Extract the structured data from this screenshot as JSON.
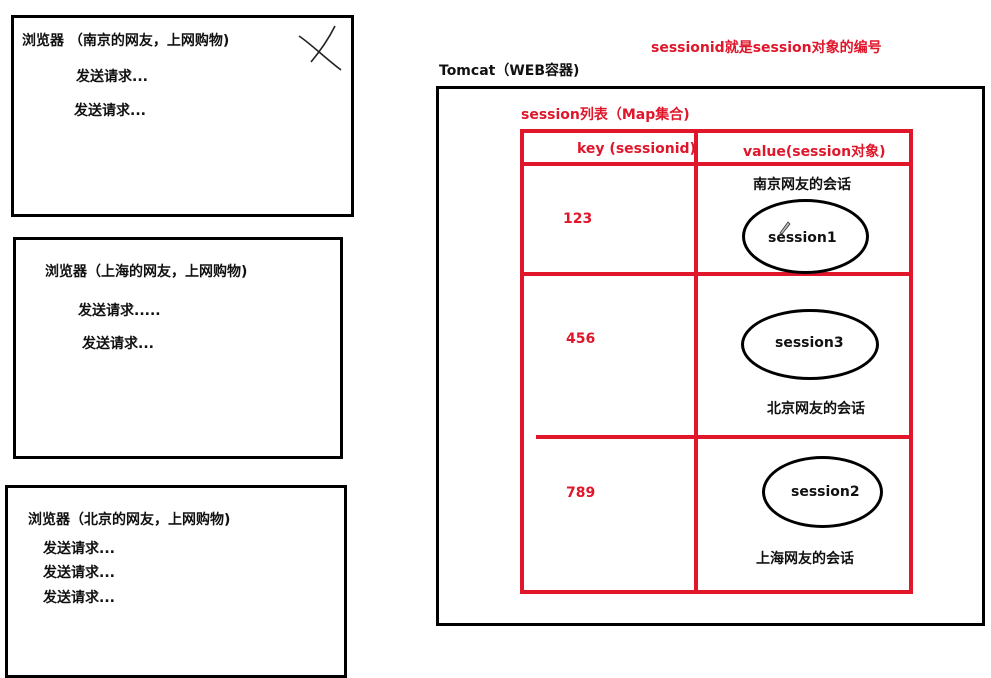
{
  "browsers": [
    {
      "title": "浏览器 （南京的网友，上网购物)",
      "requests": [
        "发送请求...",
        "发送请求..."
      ]
    },
    {
      "title": "浏览器（上海的网友，上网购物)",
      "requests": [
        "发送请求.....",
        "发送请求..."
      ]
    },
    {
      "title": "浏览器（北京的网友，上网购物)",
      "requests": [
        "发送请求...",
        "发送请求...",
        "发送请求..."
      ]
    }
  ],
  "annotation": "sessionid就是session对象的编号",
  "tomcat_label": "Tomcat（WEB容器)",
  "session_list_label": "session列表（Map集合)",
  "table": {
    "header_key": "key (sessionid)",
    "header_value": "value(session对象)",
    "rows": [
      {
        "key": "123",
        "session": "session1",
        "caption": "南京网友的会话"
      },
      {
        "key": "456",
        "session": "session3",
        "caption": "北京网友的会话"
      },
      {
        "key": "789",
        "session": "session2",
        "caption": "上海网友的会话"
      }
    ]
  },
  "colors": {
    "accent_red": "#e0162b",
    "border": "#000000"
  }
}
